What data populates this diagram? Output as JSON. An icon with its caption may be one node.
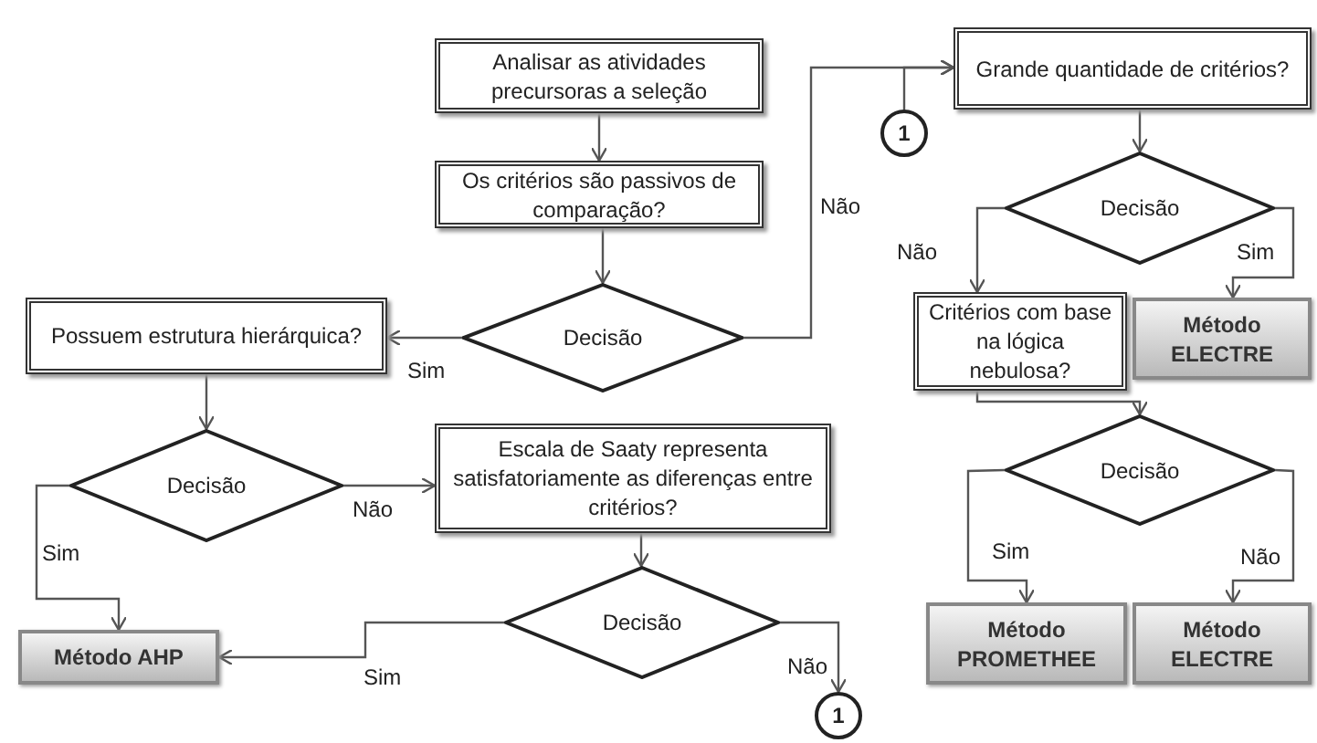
{
  "diagram": {
    "nodes": [
      {
        "text": [
          "Analisar as atividades precursoras a seleção"
        ]
      },
      {
        "text": [
          "Os critérios são passivos de comparação?"
        ]
      },
      {
        "text": [
          "Decisão"
        ]
      },
      {
        "text": [
          "Possuem estrutura hierárquica?"
        ]
      },
      {
        "text": [
          "Decisão"
        ]
      },
      {
        "text": [
          "Escala de Saaty representa satisfatoriamente as diferenças entre critérios?"
        ]
      },
      {
        "text": [
          "Decisão"
        ]
      },
      {
        "text": [
          "Método AHP"
        ]
      },
      {
        "text": [
          "1"
        ]
      },
      {
        "text": [
          "1"
        ]
      },
      {
        "text": [
          "Grande quantidade de critérios?"
        ]
      },
      {
        "text": [
          "Decisão"
        ]
      },
      {
        "text": [
          "Critérios com base na lógica nebulosa?"
        ]
      },
      {
        "text": [
          "Método ELECTRE"
        ]
      },
      {
        "text": [
          "Decisão"
        ]
      },
      {
        "text": [
          "Método PROMETHEE"
        ]
      },
      {
        "text": [
          "Método ELECTRE"
        ]
      }
    ],
    "edges": [
      {
        "from": 0,
        "to": 1,
        "arrow": "to"
      },
      {
        "from": 1,
        "to": 2,
        "arrow": "to"
      },
      {
        "from": 2,
        "to": 3,
        "arrow": "to",
        "label": "Sim"
      },
      {
        "from": 2,
        "to": 10,
        "arrow": "to",
        "label": "Não"
      },
      {
        "from": 9,
        "to": 10,
        "arrow": "to"
      },
      {
        "from": 3,
        "to": 4,
        "arrow": "to"
      },
      {
        "from": 4,
        "to": 7,
        "arrow": "to",
        "label": "Sim"
      },
      {
        "from": 4,
        "to": 5,
        "arrow": "to",
        "label": "Não"
      },
      {
        "from": 5,
        "to": 6,
        "arrow": "to"
      },
      {
        "from": 6,
        "to": 7,
        "arrow": "to",
        "label": "Sim"
      },
      {
        "from": 6,
        "to": 8,
        "arrow": "to",
        "label": "Não"
      },
      {
        "from": 10,
        "to": 11,
        "arrow": "to"
      },
      {
        "from": 11,
        "to": 12,
        "arrow": "to",
        "label": "Não"
      },
      {
        "from": 11,
        "to": 13,
        "arrow": "to",
        "label": "Sim"
      },
      {
        "from": 12,
        "to": 14,
        "arrow": "to"
      },
      {
        "from": 14,
        "to": 15,
        "arrow": "to",
        "label": "Sim"
      },
      {
        "from": 14,
        "to": 16,
        "arrow": "to",
        "label": "Não"
      }
    ]
  }
}
